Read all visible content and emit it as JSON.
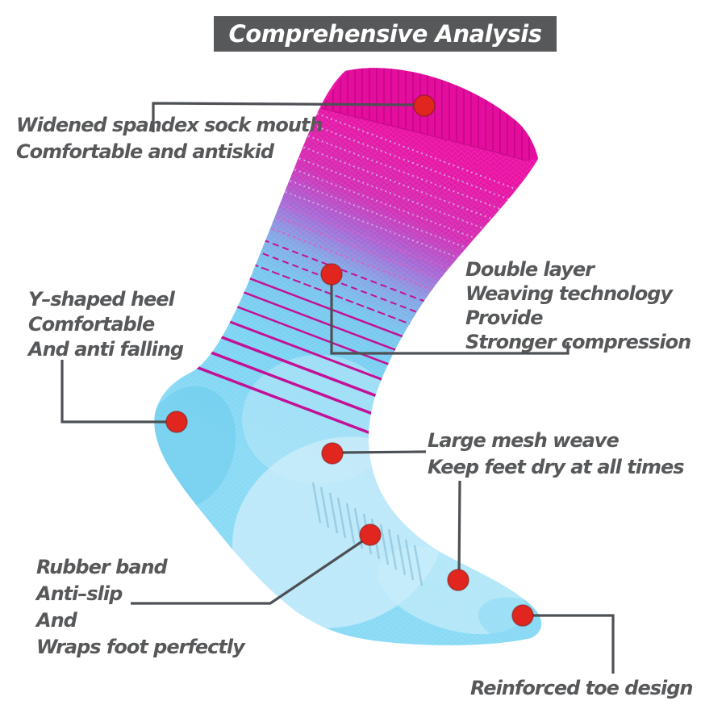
{
  "title": "Comprehensive Analysis",
  "callouts": {
    "sock_mouth": {
      "lines": [
        "Widened spandex sock mouth",
        "Comfortable and antiskid"
      ]
    },
    "double_layer": {
      "lines": [
        "Double layer",
        "Weaving technology",
        "Provide",
        "Stronger compression"
      ]
    },
    "heel": {
      "lines": [
        "Y–shaped heel",
        "Comfortable",
        "And anti falling"
      ]
    },
    "mesh": {
      "lines": [
        "Large mesh weave",
        "Keep feet dry at all times"
      ]
    },
    "rubber_band": {
      "lines": [
        "Rubber band",
        "Anti–slip",
        "And",
        "Wraps foot perfectly"
      ]
    },
    "toe": {
      "lines": [
        "Reinforced toe design"
      ]
    }
  },
  "colors": {
    "banner_bg": "#57585a",
    "label_text": "#57585a",
    "marker_red": "#e1251f",
    "connector_gray": "#4d5054",
    "sock_pink": "#ea14a2",
    "sock_blue": "#7fd6f4",
    "stripe_magenta": "#c41095"
  }
}
